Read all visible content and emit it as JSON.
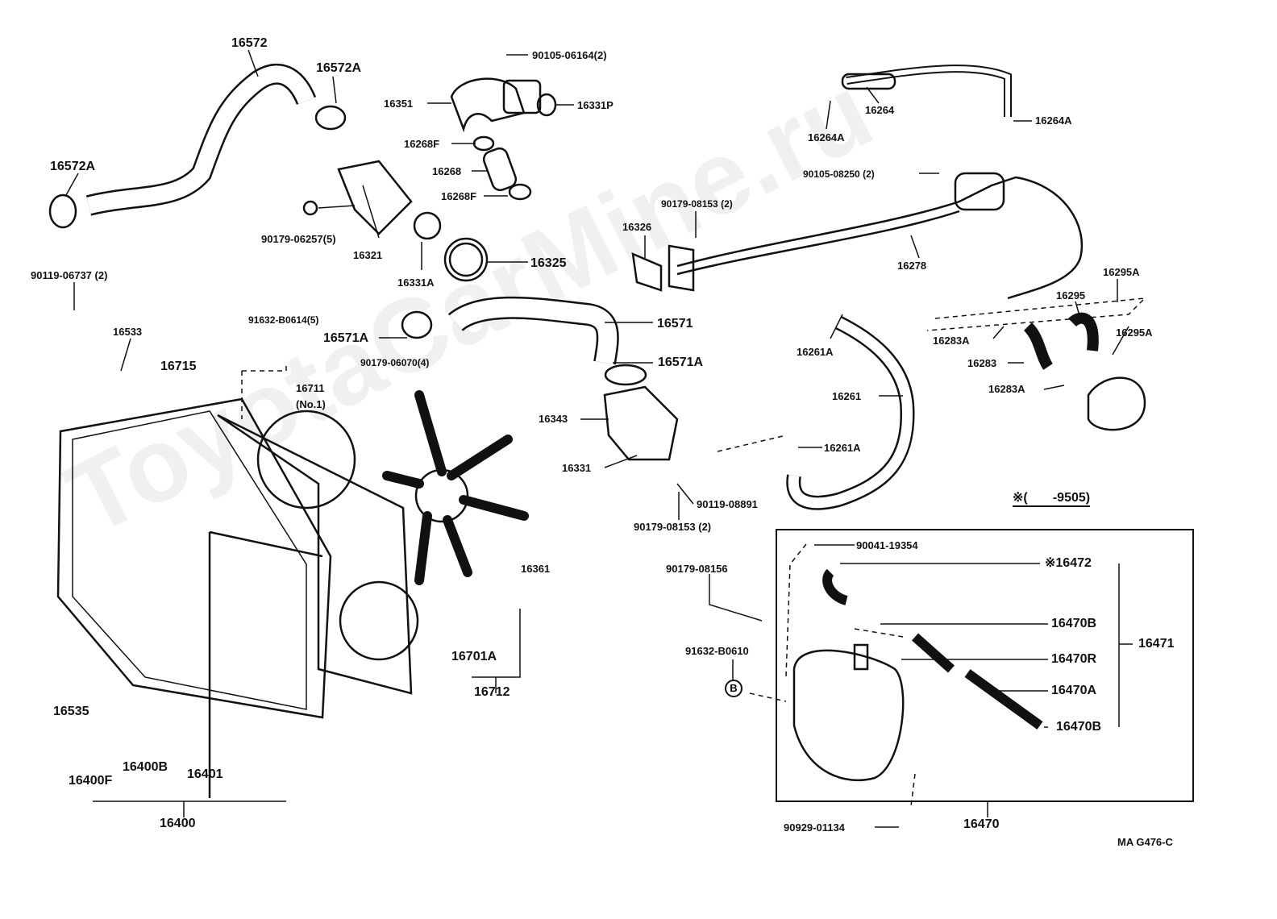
{
  "diagram": {
    "watermark": "ToyotaCarMine.ru",
    "code": "MA G476-C",
    "note_header": "※(       -9505)",
    "circle_marker": "B",
    "labels": [
      "16572",
      "16572A",
      "16572A",
      "90105-06164(2)",
      "16351",
      "16331P",
      "16268F",
      "16268",
      "16268F",
      "90179-06257(5)",
      "16321",
      "16331A",
      "16325",
      "16264",
      "16264A",
      "16264A",
      "90105-08250 (2)",
      "90179-08153 (2)",
      "16326",
      "16278",
      "16295A",
      "16295",
      "16283A",
      "16295A",
      "16283",
      "16283A",
      "90119-06737 (2)",
      "16533",
      "91632-B0614(5)",
      "16715",
      "16711",
      "(No.1)",
      "16571A",
      "16571",
      "90179-06070(4)",
      "16571A",
      "16261A",
      "16261",
      "16343",
      "16261A",
      "16331",
      "90119-08891",
      "90179-08153 (2)",
      "90041-19354",
      "※16472",
      "90179-08156",
      "16361",
      "16470B",
      "16471",
      "91632-B0610",
      "16470R",
      "16701A",
      "16470A",
      "16712",
      "16535",
      "16470B",
      "16400B",
      "16401",
      "16400F",
      "16400",
      "16470",
      "90929-01134"
    ],
    "colors": {
      "ink": "#111111",
      "background": "#ffffff"
    }
  }
}
